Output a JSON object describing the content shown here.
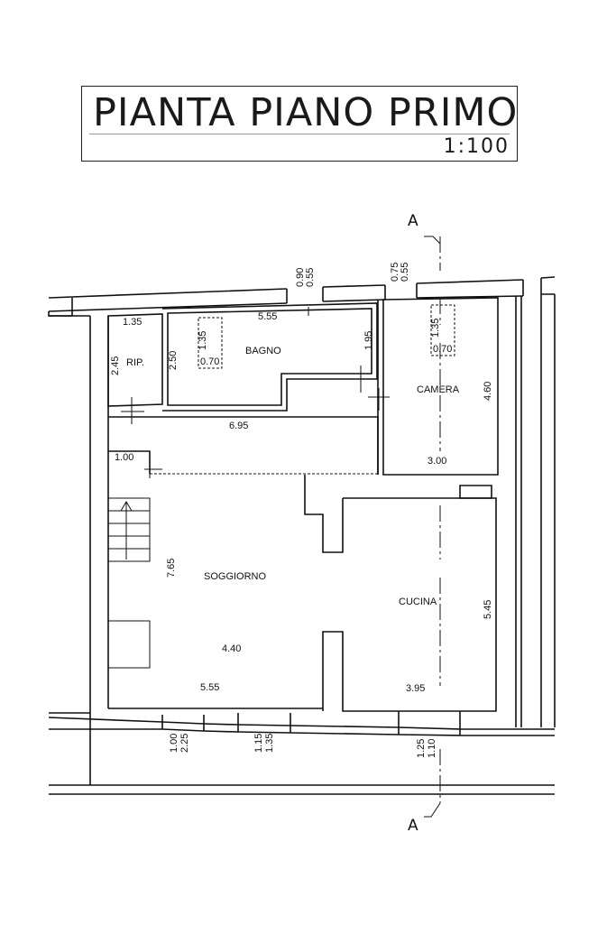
{
  "title": {
    "main": "PIANTA PIANO PRIMO",
    "scale": "1:100"
  },
  "rooms": {
    "ripostiglio": "RIP.",
    "bagno": "BAGNO",
    "camera": "CAMERA",
    "soggiorno": "SOGGIORNO",
    "cucina": "CUCINA"
  },
  "section_marks": {
    "top": "A",
    "bottom": "A"
  },
  "dimensions": {
    "rip_width": "1.35",
    "rip_height": "2.45",
    "bagno_window_w": "0.90",
    "bagno_window_h": "0.55",
    "bagno_width": "5.55",
    "bagno_height_left": "2.50",
    "bagno_height_right": "1.95",
    "bagno_vent_w": "0.70",
    "bagno_vent_h": "1.35",
    "camera_window_w": "0.75",
    "camera_window_h": "0.55",
    "camera_vent_w": "0.70",
    "camera_vent_h": "1.35",
    "camera_height": "4.60",
    "camera_width": "3.00",
    "corridor_length": "6.95",
    "stair_width": "1.00",
    "soggiorno_height": "7.65",
    "soggiorno_width": "4.40",
    "soggiorno_total": "5.55",
    "cucina_height": "5.45",
    "cucina_width": "3.95",
    "win1_w": "1.00",
    "win1_h": "2.25",
    "win2_w": "1.15",
    "win2_h": "1.35",
    "win3_w": "1.25",
    "win3_h": "1.10"
  }
}
